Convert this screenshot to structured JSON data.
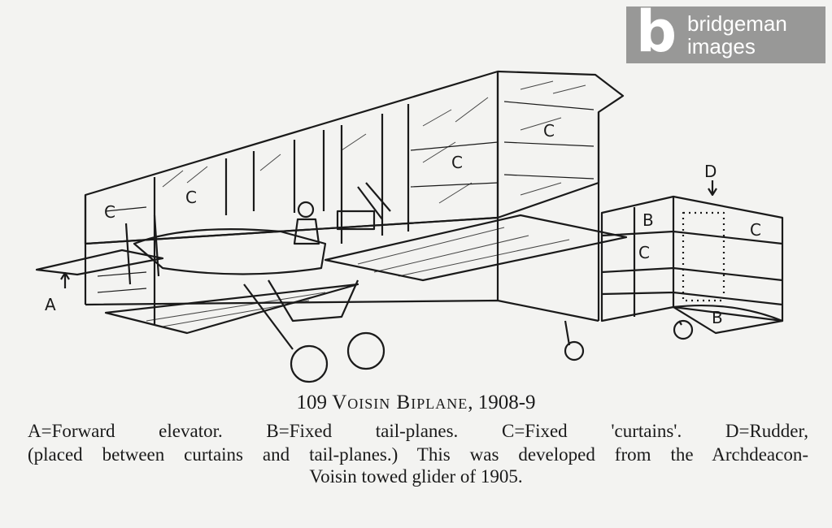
{
  "figure": {
    "labels": {
      "a": "A",
      "b": "B",
      "c": "C",
      "d": "D"
    }
  },
  "caption": {
    "number": "109",
    "title": "Voisin Biplane",
    "date": ", 1908-9",
    "line1": "A=Forward elevator.   B=Fixed tail-planes.   C=Fixed 'curtains'.   D=Rudder,",
    "line2": "(placed between curtains and tail-planes.)  This was developed from the Archdeacon-",
    "line3": "Voisin towed glider of 1905."
  },
  "watermark": {
    "logo_letter": "b",
    "line1": "bridgeman",
    "line2": "images",
    "color": "#5f5f5f"
  }
}
